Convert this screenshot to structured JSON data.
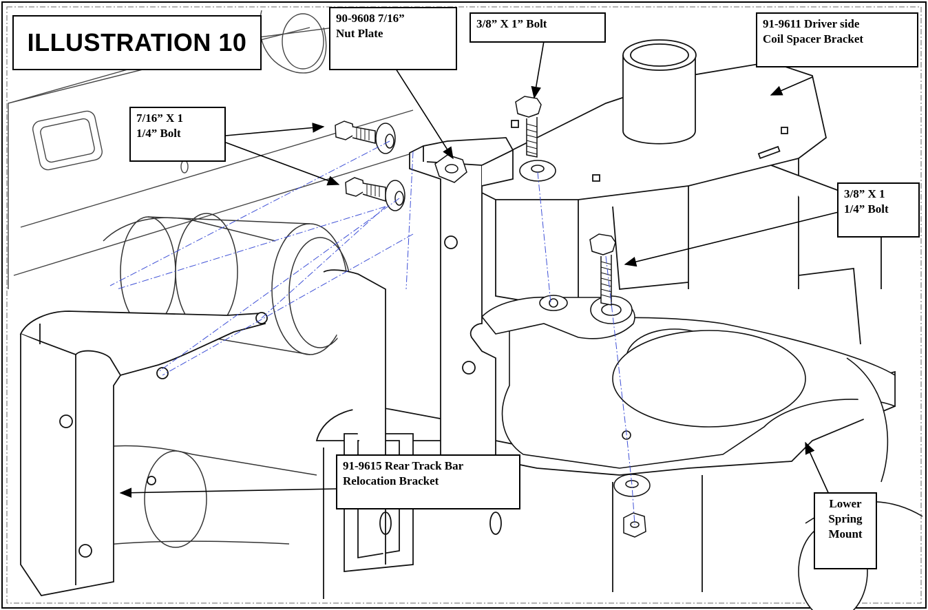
{
  "illustration_title": "ILLUSTRATION 10",
  "callouts": {
    "nut_plate": {
      "line1": "90-9608 7/16”",
      "line2": "Nut Plate"
    },
    "bolt_3_8_x_1": {
      "line1": "3/8” X 1” Bolt"
    },
    "coil_spacer": {
      "line1": "91-9611 Driver side",
      "line2": "Coil Spacer Bracket"
    },
    "bolt_7_16": {
      "line1": "7/16” X 1",
      "line2": "1/4” Bolt"
    },
    "bolt_3_8_x_1_1_4": {
      "line1": "3/8” X 1",
      "line2": "1/4” Bolt"
    },
    "track_bar_bracket": {
      "line1": "91-9615 Rear Track Bar",
      "line2": "Relocation Bracket"
    },
    "lower_spring_mount": {
      "line1": "Lower",
      "line2": "Spring",
      "line3": "Mount"
    }
  },
  "colors": {
    "line": "#1a1a1a",
    "light_line": "#7a7a7a",
    "centerline": "#3d4fd6",
    "background": "#ffffff"
  }
}
